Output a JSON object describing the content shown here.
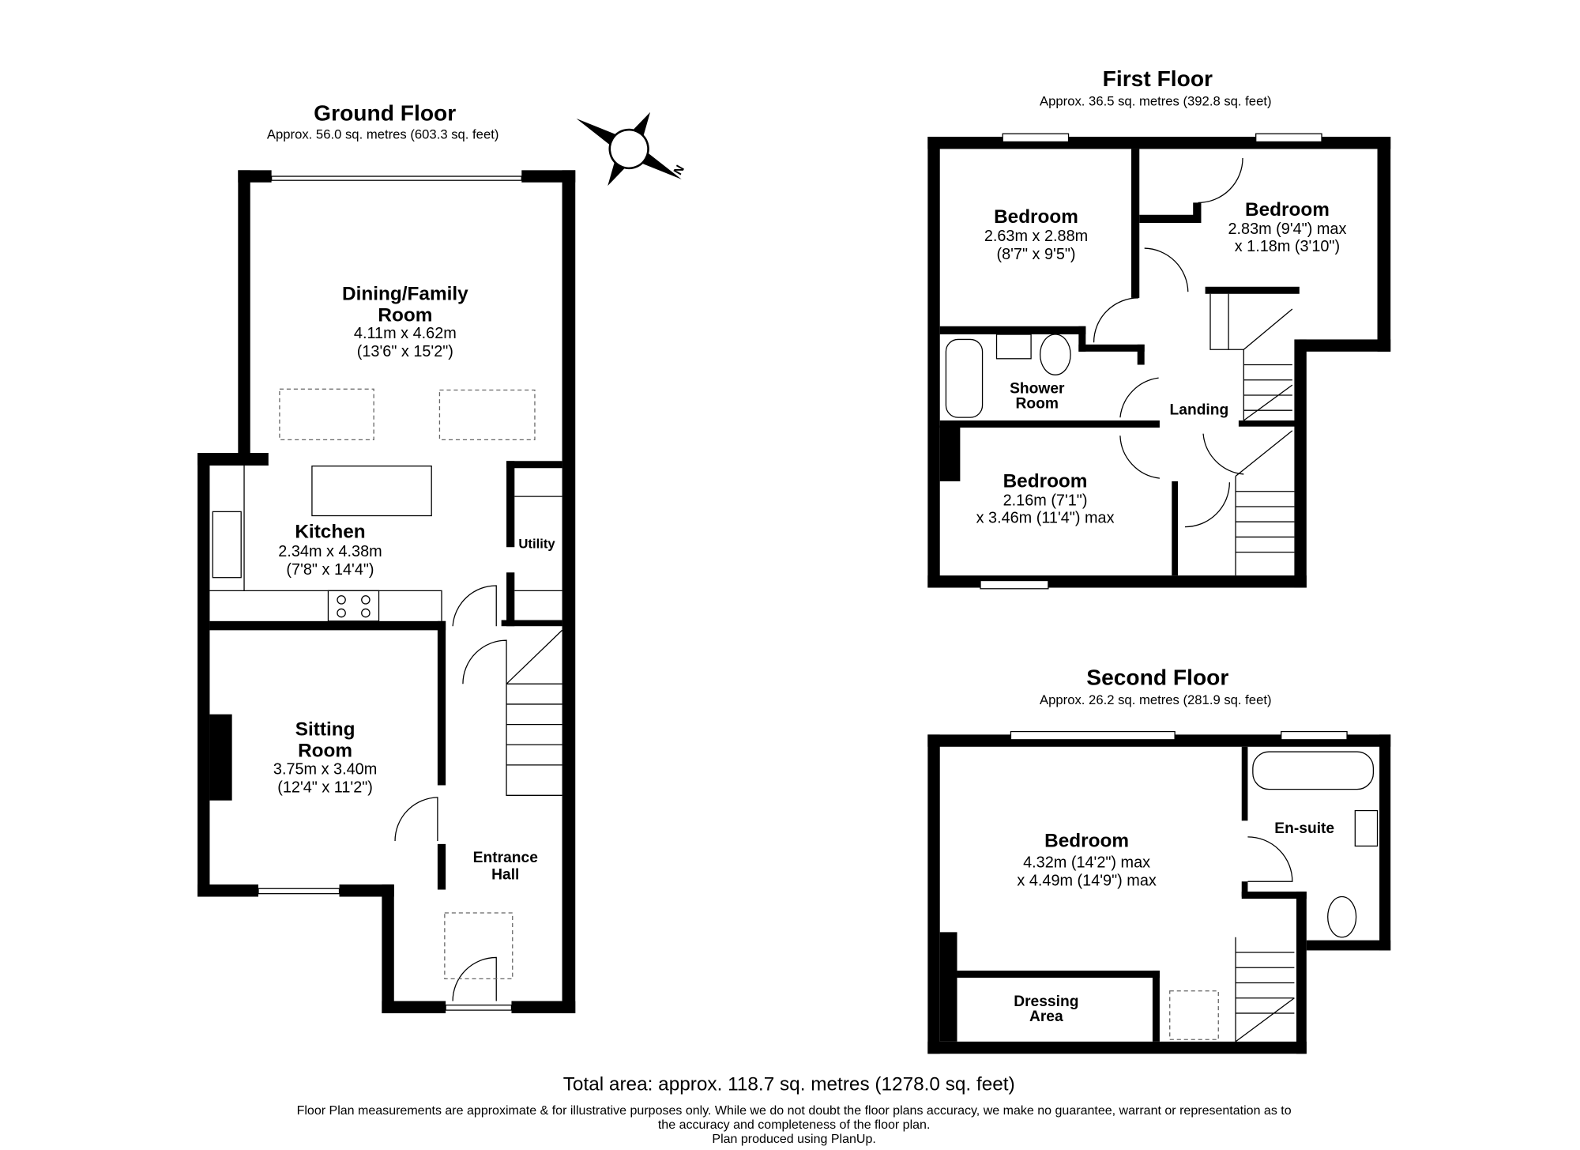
{
  "floors": {
    "ground": {
      "title": "Ground Floor",
      "area": "Approx. 56.0 sq. metres (603.3 sq. feet)",
      "rooms": [
        {
          "name_l1": "Dining/Family",
          "name_l2": "Room",
          "dim1": "4.11m x 4.62m",
          "dim2": "(13'6\" x 15'2\")"
        },
        {
          "name_l1": "Kitchen",
          "dim1": "2.34m x 4.38m",
          "dim2": "(7'8\" x 14'4\")"
        },
        {
          "name_l1": "Utility"
        },
        {
          "name_l1": "Sitting",
          "name_l2": "Room",
          "dim1": "3.75m x 3.40m",
          "dim2": "(12'4\" x 11'2\")"
        },
        {
          "name_l1": "Entrance",
          "name_l2": "Hall"
        }
      ]
    },
    "first": {
      "title": "First Floor",
      "area": "Approx. 36.5 sq. metres (392.8 sq. feet)",
      "rooms": [
        {
          "name_l1": "Bedroom",
          "dim1": "2.63m x 2.88m",
          "dim2": "(8'7\" x 9'5\")"
        },
        {
          "name_l1": "Bedroom",
          "dim1": "2.83m (9'4\") max",
          "dim2": "x 1.18m (3'10\")"
        },
        {
          "name_l1": "Shower",
          "name_l2": "Room"
        },
        {
          "name_l1": "Landing"
        },
        {
          "name_l1": "Bedroom",
          "dim1": "2.16m (7'1\")",
          "dim2": "x 3.46m (11'4\") max"
        }
      ]
    },
    "second": {
      "title": "Second Floor",
      "area": "Approx. 26.2 sq. metres (281.9 sq. feet)",
      "rooms": [
        {
          "name_l1": "Bedroom",
          "dim1": "4.32m (14'2\") max",
          "dim2": "x 4.49m (14'9\") max"
        },
        {
          "name_l1": "En-suite"
        },
        {
          "name_l1": "Dressing",
          "name_l2": "Area"
        }
      ]
    }
  },
  "compass": {
    "icon": "compass-rose-icon",
    "label": "N"
  },
  "footer": {
    "total": "Total area: approx. 118.7 sq. metres (1278.0 sq. feet)",
    "disclaimer_l1": "Floor Plan measurements are approximate & for illustrative purposes only. While we do not doubt the floor plans accuracy, we make no guarantee, warrant or representation as to",
    "disclaimer_l2": "the accuracy and completeness of the floor plan.",
    "produced": "Plan produced using PlanUp."
  }
}
